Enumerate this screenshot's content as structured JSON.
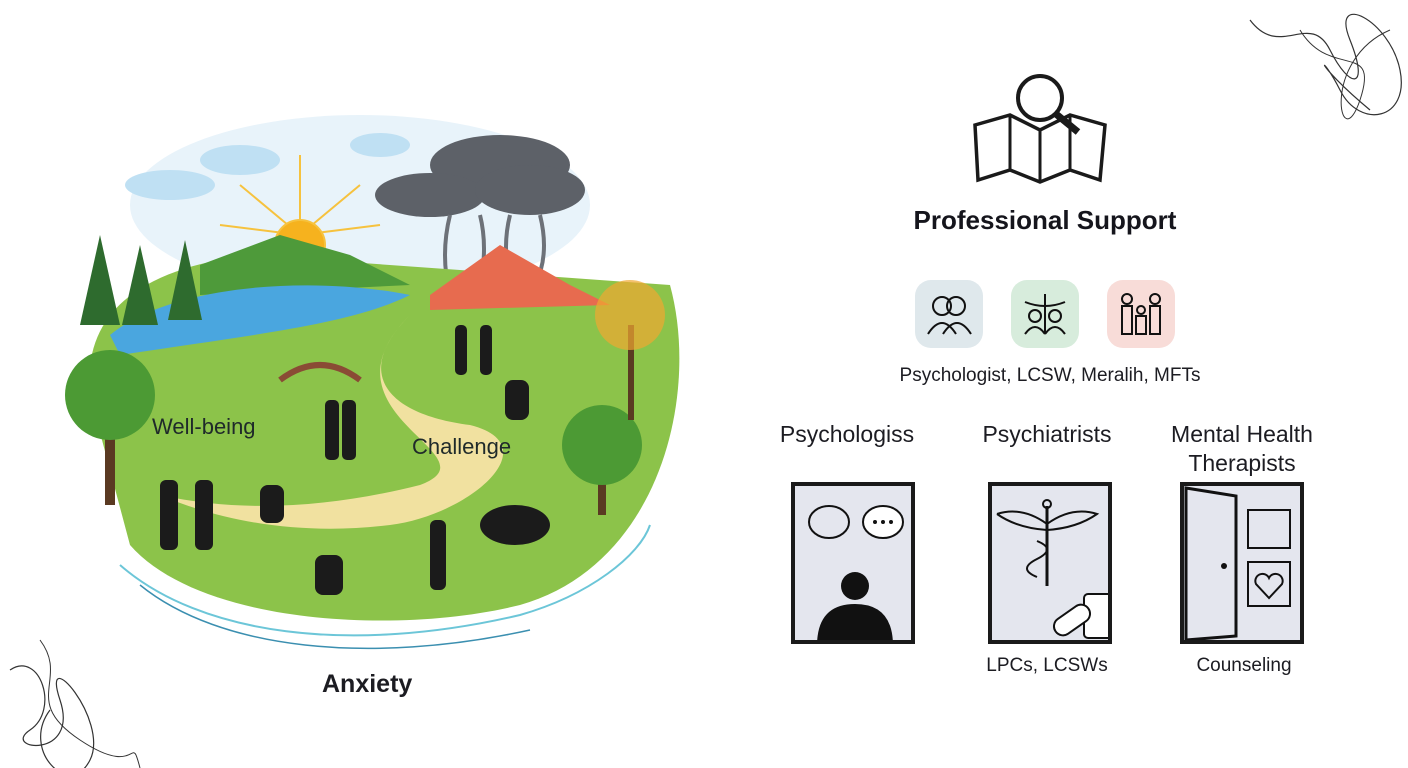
{
  "scene": {
    "labels": {
      "wellbeing": "Well-being",
      "challenge": "Challenge",
      "anxiety": "Anxiety"
    }
  },
  "support": {
    "title": "Professional Support",
    "badge_colors": [
      "#dfe8ec",
      "#d7ecdc",
      "#f8dcd8"
    ],
    "badges_caption": "Psychologist, LCSW, Meralih, MFTs",
    "columns": [
      {
        "heading": "Psychologiss",
        "caption": ""
      },
      {
        "heading": "Psychiatrists",
        "caption": "LPCs, LCSWs"
      },
      {
        "heading": "Mental Health Therapists",
        "caption": "Counseling"
      }
    ]
  }
}
